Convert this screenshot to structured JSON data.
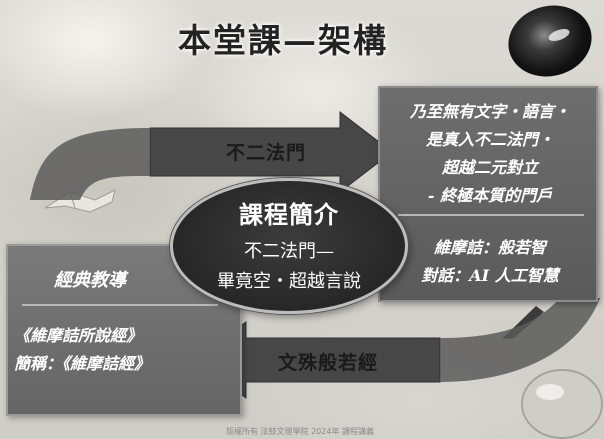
{
  "title": "本堂課—架構",
  "arrows": {
    "top_label": "不二法門",
    "bottom_label": "文殊般若經"
  },
  "center": {
    "title": "課程簡介",
    "line1": "不二法門—",
    "line2": "畢竟空・超越言說"
  },
  "right_box": {
    "lines": [
      "乃至無有文字・語言・",
      "是真入不二法門・",
      "超越二元對立",
      "- 終極本質的門戶"
    ],
    "lower_lines": [
      "維摩詰：般若智",
      "對話：AI 人工智慧"
    ]
  },
  "left_box": {
    "title": "經典教導",
    "lines": [
      "《維摩詰所說經》",
      "簡稱：《維摩詰經》"
    ]
  },
  "footer": "版權所有 法鼓文理學院 2024年 課程講義",
  "colors": {
    "box_fill": "#666666",
    "center_fill": "#2a2a2a",
    "arrow_fill": "#474747",
    "text_light": "#ffffff",
    "text_dark": "#1a1a1a"
  }
}
